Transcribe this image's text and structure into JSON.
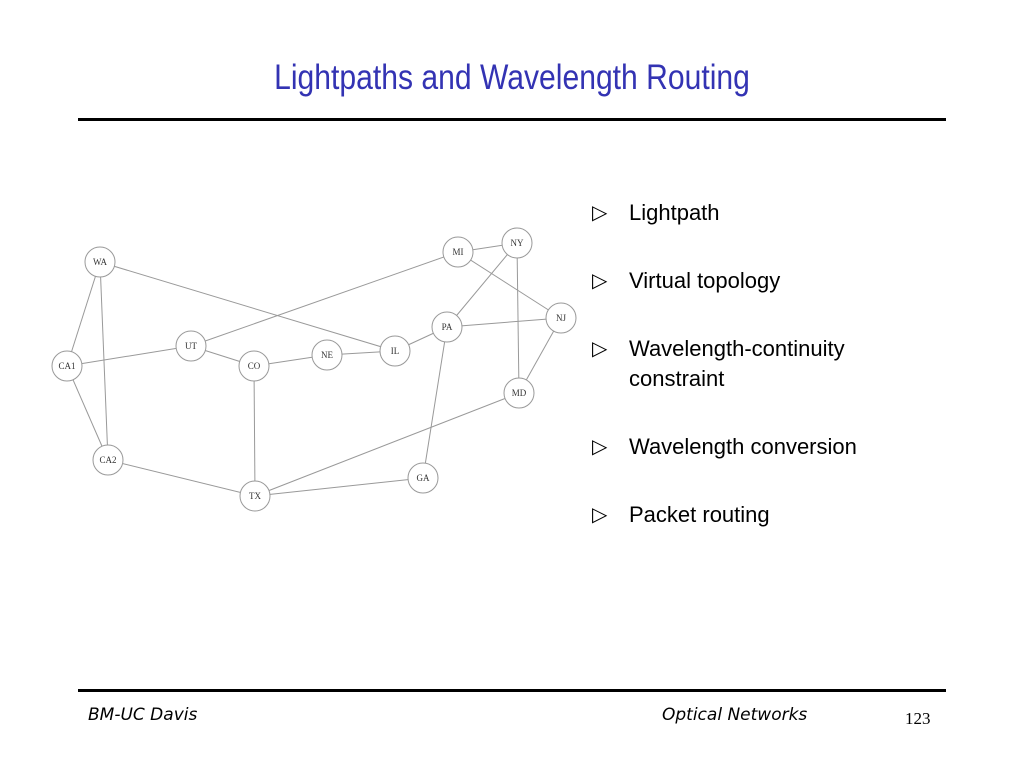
{
  "slide": {
    "title": "Lightpaths and Wavelength Routing",
    "bullet_marker": "▷",
    "bullets": [
      "Lightpath",
      "Virtual topology",
      "Wavelength-continuity constraint",
      "Wavelength conversion",
      "Packet routing"
    ],
    "footer": {
      "left": "BM-UC Davis",
      "middle": "Optical Networks",
      "page": "123"
    }
  },
  "diagram": {
    "nodes": [
      {
        "id": "WA",
        "label": "WA"
      },
      {
        "id": "CA1",
        "label": "CA1"
      },
      {
        "id": "CA2",
        "label": "CA2"
      },
      {
        "id": "UT",
        "label": "UT"
      },
      {
        "id": "CO",
        "label": "CO"
      },
      {
        "id": "NE",
        "label": "NE"
      },
      {
        "id": "IL",
        "label": "IL"
      },
      {
        "id": "MI",
        "label": "MI"
      },
      {
        "id": "NY",
        "label": "NY"
      },
      {
        "id": "NJ",
        "label": "NJ"
      },
      {
        "id": "PA",
        "label": "PA"
      },
      {
        "id": "MD",
        "label": "MD"
      },
      {
        "id": "GA",
        "label": "GA"
      },
      {
        "id": "TX",
        "label": "TX"
      }
    ],
    "edges": [
      [
        "WA",
        "CA1"
      ],
      [
        "WA",
        "CA2"
      ],
      [
        "WA",
        "IL"
      ],
      [
        "CA1",
        "CA2"
      ],
      [
        "CA1",
        "UT"
      ],
      [
        "CA2",
        "TX"
      ],
      [
        "UT",
        "CO"
      ],
      [
        "UT",
        "MI"
      ],
      [
        "CO",
        "NE"
      ],
      [
        "CO",
        "TX"
      ],
      [
        "NE",
        "IL"
      ],
      [
        "IL",
        "PA"
      ],
      [
        "MI",
        "NY"
      ],
      [
        "MI",
        "NJ"
      ],
      [
        "NY",
        "PA"
      ],
      [
        "NY",
        "MD"
      ],
      [
        "PA",
        "NJ"
      ],
      [
        "PA",
        "GA"
      ],
      [
        "NJ",
        "MD"
      ],
      [
        "MD",
        "TX"
      ],
      [
        "GA",
        "TX"
      ]
    ]
  }
}
